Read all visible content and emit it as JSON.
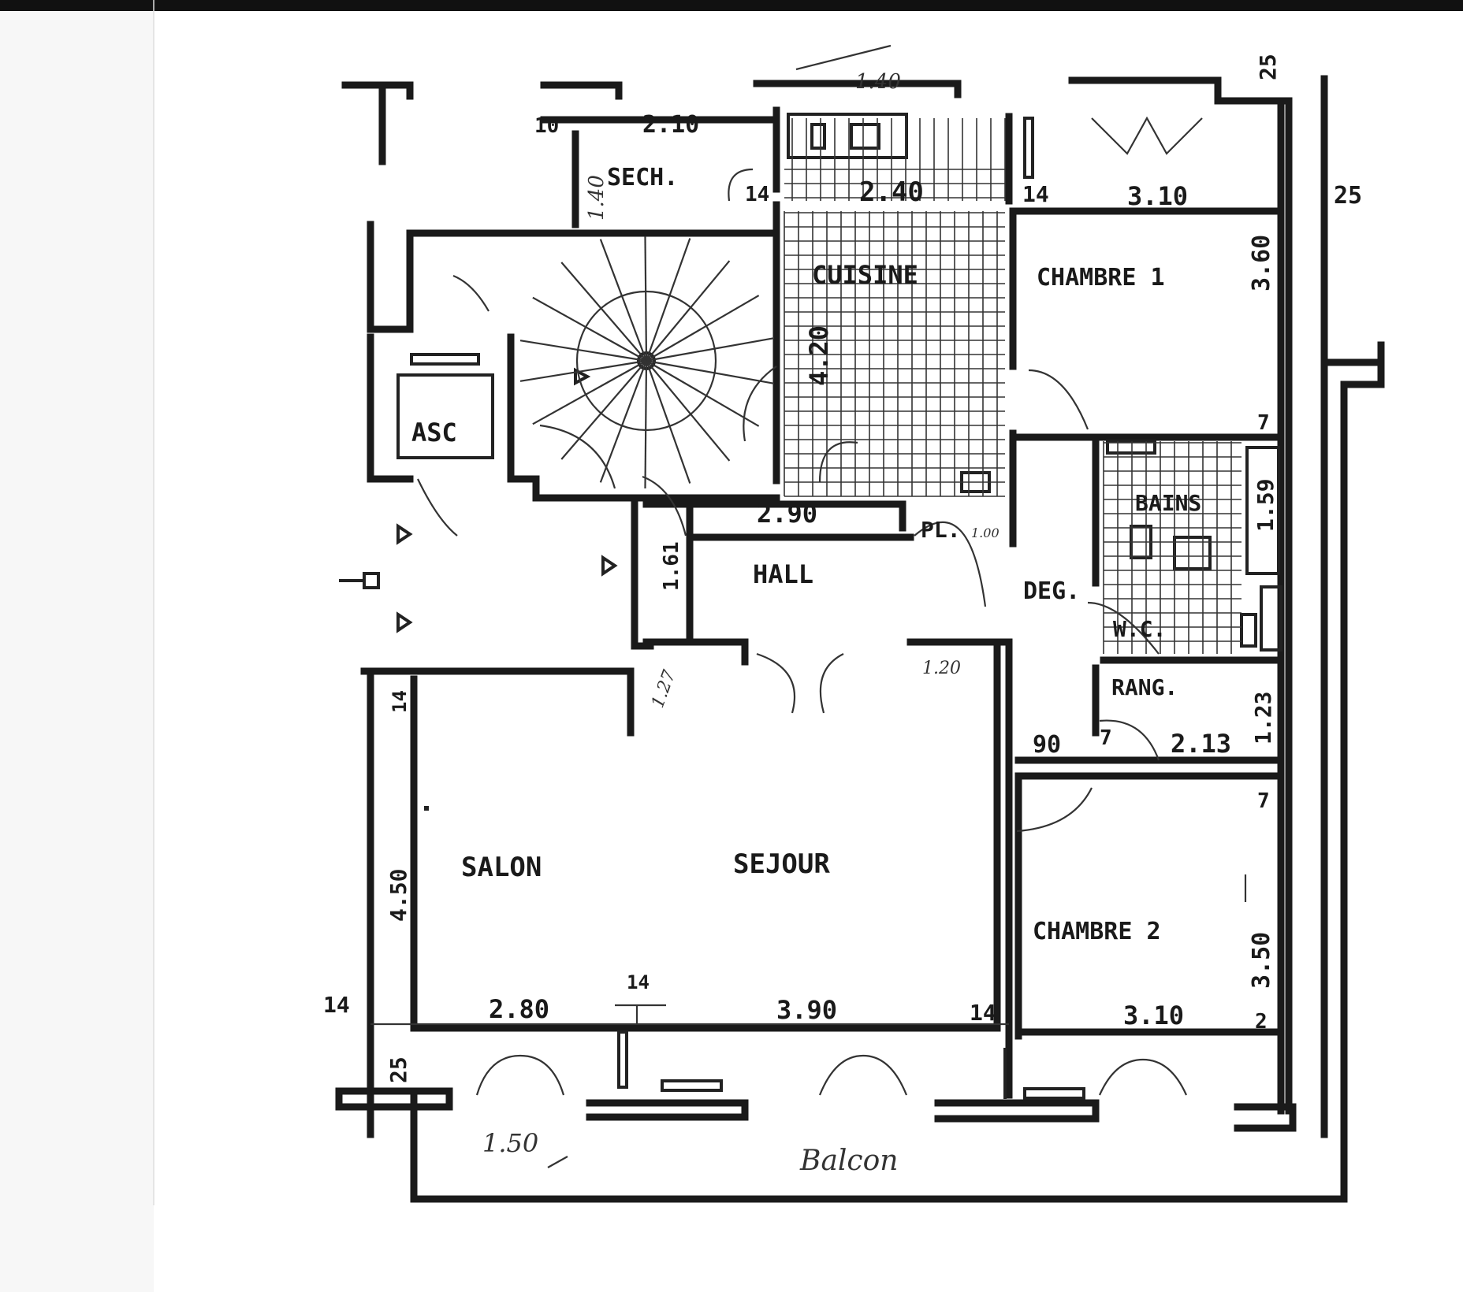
{
  "rooms": {
    "sech": "SECH.",
    "cuisine": "CUISINE",
    "chambre1": "CHAMBRE 1",
    "asc": "ASC",
    "hall": "HALL",
    "deg": "DEG.",
    "bains": "BAINS",
    "wc": "W.C.",
    "rang": "RANG.",
    "pl": "PL.",
    "salon": "SALON",
    "sejour": "SEJOUR",
    "chambre2": "CHAMBRE 2"
  },
  "dimensions": {
    "top_25": "25",
    "right_25": "25",
    "top_140": "1.40",
    "d_10": "10",
    "sech_width": "2.10",
    "sech_height": "1.40",
    "kitchen_14": "14",
    "kitchen_width": "2.40",
    "kitchen_height": "4.20",
    "ch1_14": "14",
    "ch1_width": "3.10",
    "ch1_height": "3.60",
    "d_7a": "7",
    "bath_height": "1.59",
    "hall_width": "2.90",
    "pl_width": "1.00",
    "hall_161": "1.61",
    "hall_127": "1.27",
    "hall_door": "1.20",
    "wall_14_left": "14",
    "deg_90": "90",
    "d_7b": "7",
    "rang_width": "2.13",
    "rang_height": "1.23",
    "d_7c": "7",
    "salon_height": "4.50",
    "salon_width": "2.80",
    "sejour_width": "3.90",
    "mid_14": "14",
    "left_14": "14",
    "right_14": "14",
    "ch2_width": "3.10",
    "ch2_height": "3.50",
    "d_2": "2",
    "bottom_25": "25",
    "balcony_150": "1.50"
  },
  "notes": {
    "balcon": "Balcon"
  }
}
